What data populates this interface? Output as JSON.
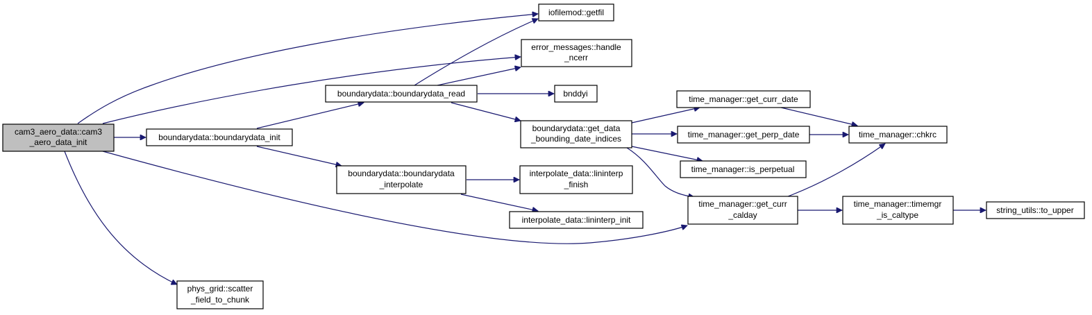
{
  "diagram": {
    "edge_color": "#191970",
    "root_fill": "#bfbfbf",
    "nodes": {
      "cam3": [
        "cam3_aero_data::cam3",
        "_aero_data_init"
      ],
      "bd_init": [
        "boundarydata::boundarydata_init"
      ],
      "getfil": [
        "iofilemod::getfil"
      ],
      "ncerr": [
        "error_messages::handle",
        "_ncerr"
      ],
      "bd_read": [
        "boundarydata::boundarydata_read"
      ],
      "bnddyi": [
        "bnddyi"
      ],
      "bd_interp": [
        "boundarydata::boundarydata",
        "_interpolate"
      ],
      "get_data": [
        "boundarydata::get_data",
        "_bounding_date_indices"
      ],
      "lin_finish": [
        "interpolate_data::lininterp",
        "_finish"
      ],
      "lin_init": [
        "interpolate_data::lininterp_init"
      ],
      "curr_date": [
        "time_manager::get_curr_date"
      ],
      "perp_date": [
        "time_manager::get_perp_date"
      ],
      "is_perp": [
        "time_manager::is_perpetual"
      ],
      "chkrc": [
        "time_manager::chkrc"
      ],
      "calday": [
        "time_manager::get_curr",
        "_calday"
      ],
      "caltype": [
        "time_manager::timemgr",
        "_is_caltype"
      ],
      "to_upper": [
        "string_utils::to_upper"
      ],
      "scatter": [
        "phys_grid::scatter",
        "_field_to_chunk"
      ]
    },
    "edges": [
      [
        "cam3",
        "getfil"
      ],
      [
        "cam3",
        "ncerr"
      ],
      [
        "cam3",
        "bd_init"
      ],
      [
        "cam3",
        "calday"
      ],
      [
        "cam3",
        "scatter"
      ],
      [
        "bd_init",
        "bd_read"
      ],
      [
        "bd_init",
        "bd_interp"
      ],
      [
        "bd_read",
        "getfil"
      ],
      [
        "bd_read",
        "ncerr"
      ],
      [
        "bd_read",
        "bnddyi"
      ],
      [
        "bd_read",
        "get_data"
      ],
      [
        "bd_interp",
        "lin_finish"
      ],
      [
        "bd_interp",
        "lin_init"
      ],
      [
        "get_data",
        "curr_date"
      ],
      [
        "get_data",
        "perp_date"
      ],
      [
        "get_data",
        "is_perp"
      ],
      [
        "get_data",
        "calday"
      ],
      [
        "curr_date",
        "chkrc"
      ],
      [
        "perp_date",
        "chkrc"
      ],
      [
        "calday",
        "chkrc"
      ],
      [
        "calday",
        "caltype"
      ],
      [
        "caltype",
        "to_upper"
      ]
    ]
  }
}
